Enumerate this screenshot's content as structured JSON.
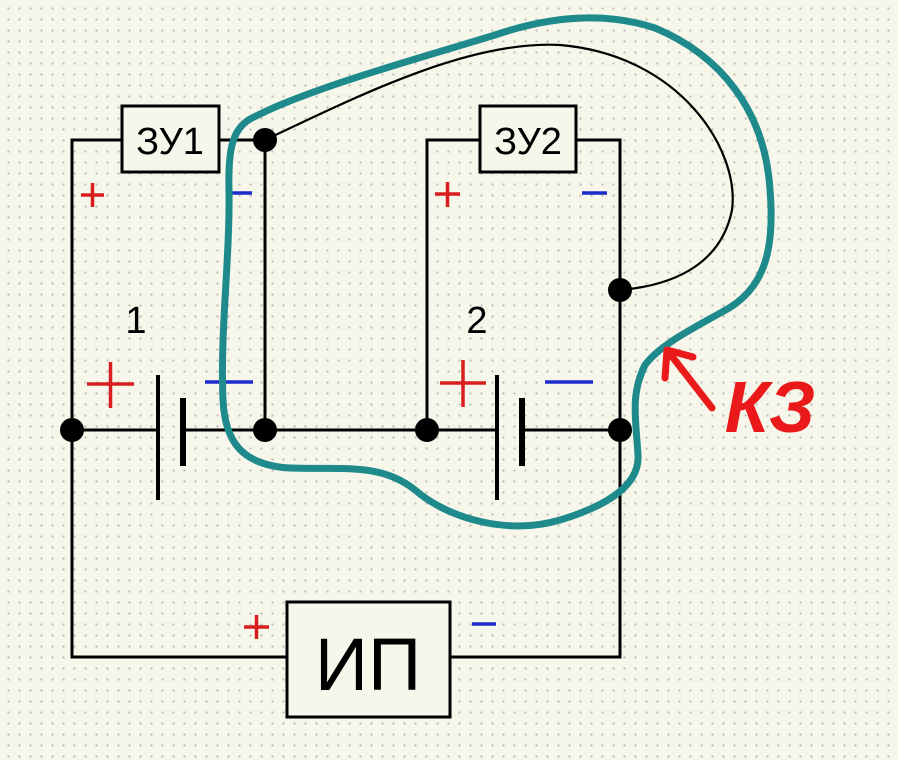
{
  "components": {
    "charger1": "ЗУ1",
    "charger2": "ЗУ2",
    "power_supply": "ИП",
    "battery1": "1",
    "battery2": "2"
  },
  "annotation": {
    "short_circuit": "КЗ"
  },
  "colors": {
    "background": "#f7f6ea",
    "wire": "#000000",
    "plus": "#d81e1e",
    "minus": "#1a2ccc",
    "highlight": "#1f8a8c",
    "annotation": "#ea1a1a"
  },
  "marks": {
    "plus_icon": "plus-sign",
    "minus_icon": "minus-sign"
  }
}
